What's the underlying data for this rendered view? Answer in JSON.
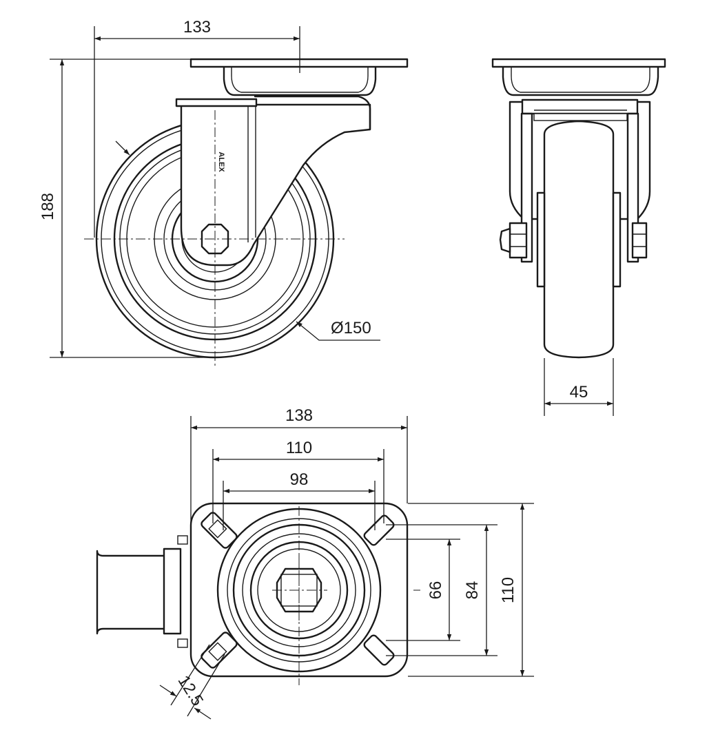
{
  "dimensions": {
    "mount_offset": "133",
    "total_height": "188",
    "wheel_diameter": "Ø150",
    "wheel_width": "45",
    "plate_length": "138",
    "hole_spacing_outer": "110",
    "hole_spacing_inner": "98",
    "hole_spacing_side_small": "66",
    "hole_spacing_side_mid": "84",
    "plate_width": "110",
    "bolt_hole_size": "12.5"
  },
  "brand_mark": "ALEX",
  "colors": {
    "line": "#1a1a1a",
    "background": "#ffffff"
  }
}
